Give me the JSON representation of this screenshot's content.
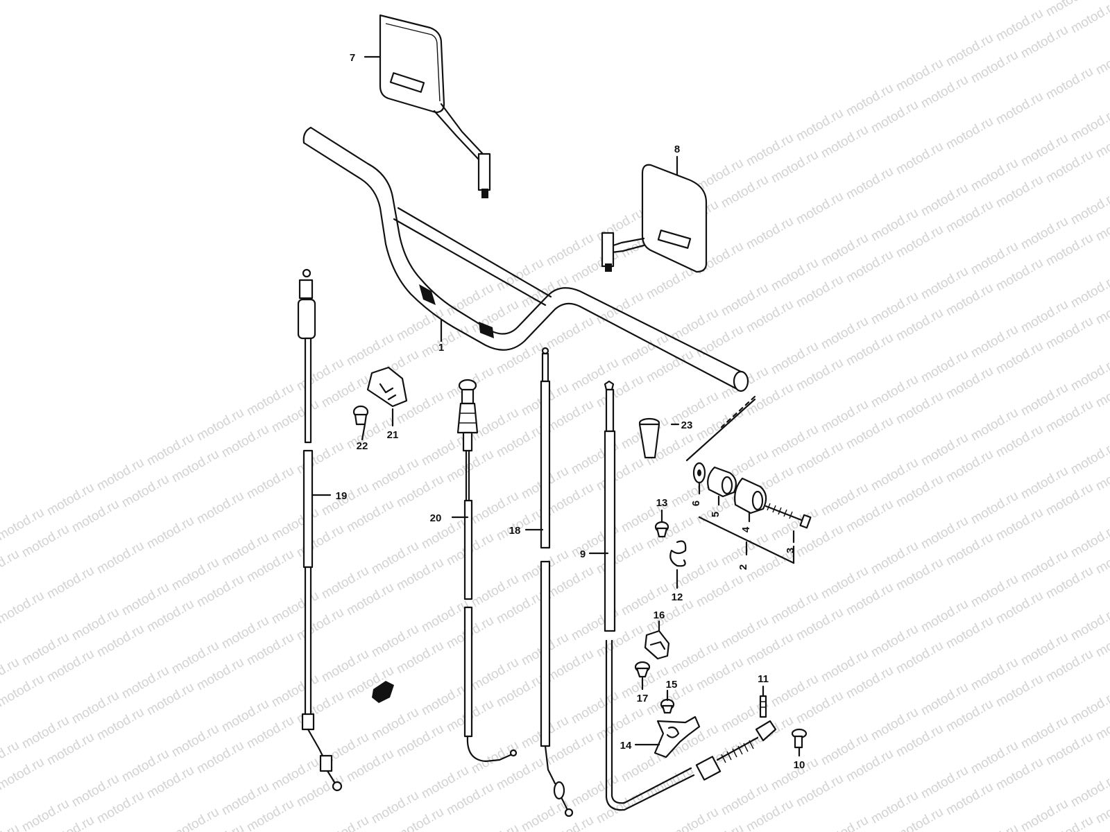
{
  "watermark": {
    "text": "motod.ru"
  },
  "colors": {
    "line": "#111111",
    "watermark": "#d2d2d2",
    "background": "#ffffff"
  },
  "parts": [
    {
      "id": "1",
      "name": "handlebar"
    },
    {
      "id": "2",
      "name": "handlebar-balancer-assembly"
    },
    {
      "id": "3",
      "name": "balancer-screw"
    },
    {
      "id": "4",
      "name": "balancer-weight-outer"
    },
    {
      "id": "5",
      "name": "balancer-weight-inner"
    },
    {
      "id": "6",
      "name": "balancer-washer"
    },
    {
      "id": "7",
      "name": "mirror-right"
    },
    {
      "id": "8",
      "name": "mirror-left"
    },
    {
      "id": "9",
      "name": "front-brake-cable"
    },
    {
      "id": "10",
      "name": "adjuster-bolt"
    },
    {
      "id": "11",
      "name": "pin"
    },
    {
      "id": "12",
      "name": "cable-clip"
    },
    {
      "id": "13",
      "name": "clip-screw"
    },
    {
      "id": "14",
      "name": "cable-bracket"
    },
    {
      "id": "15",
      "name": "bracket-screw"
    },
    {
      "id": "16",
      "name": "cable-clamp"
    },
    {
      "id": "17",
      "name": "clamp-screw"
    },
    {
      "id": "18",
      "name": "clutch-cable"
    },
    {
      "id": "19",
      "name": "throttle-cable"
    },
    {
      "id": "20",
      "name": "speedometer-cable"
    },
    {
      "id": "21",
      "name": "cable-holder"
    },
    {
      "id": "22",
      "name": "holder-screw"
    },
    {
      "id": "23",
      "name": "grip-cap"
    }
  ]
}
